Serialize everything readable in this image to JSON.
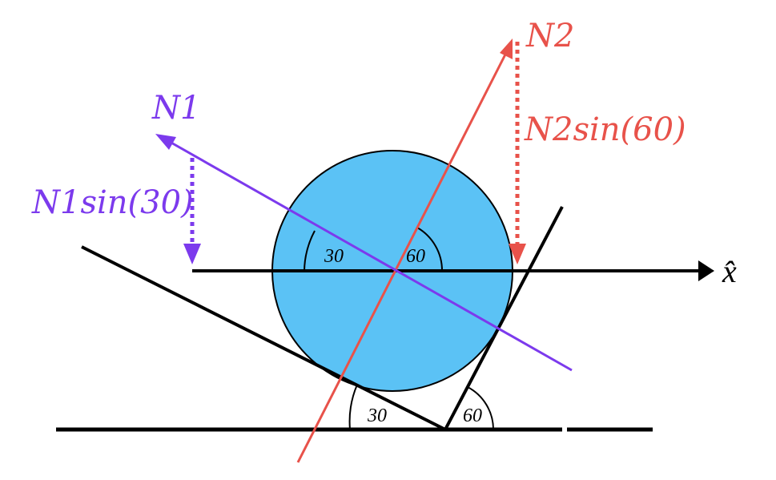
{
  "colors": {
    "ball": "#5bc2f5",
    "n1": "#7c3aed",
    "n2": "#e8524a",
    "line": "#000000"
  },
  "labels": {
    "n1": "N1",
    "n2": "N2",
    "n1_component": "N1sin(30)",
    "n2_component": "N2sin(60)",
    "axis_x": "x̂",
    "angle_center_left": "30",
    "angle_center_right": "60",
    "angle_base_left": "30",
    "angle_base_right": "60"
  },
  "icons": {
    "axis_arrow": "arrowhead-right-icon"
  }
}
